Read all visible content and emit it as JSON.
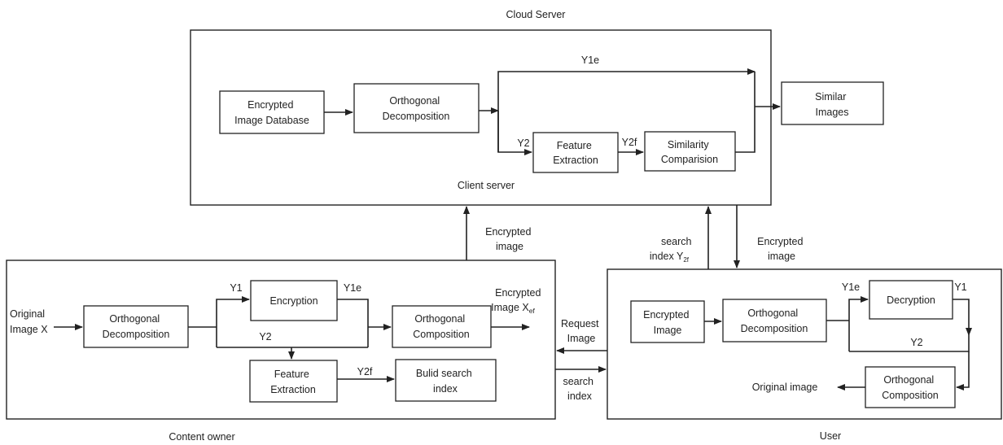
{
  "regions": {
    "cloud_server": "Cloud Server",
    "client_server": "Client server",
    "content_owner": "Content owner",
    "user": "User"
  },
  "cloud": {
    "encrypted_image_database": [
      "Encrypted",
      "Image Database"
    ],
    "orthogonal_decomposition": [
      "Orthogonal",
      "Decomposition"
    ],
    "feature_extraction": [
      "Feature",
      "Extraction"
    ],
    "similarity_comparision": [
      "Similarity",
      "Comparision"
    ],
    "similar_images": [
      "Similar",
      "Images"
    ],
    "y1e": "Y1e",
    "y2": "Y2",
    "y2f": "Y2f"
  },
  "owner": {
    "original_image_x": [
      "Original",
      "Image X"
    ],
    "orthogonal_decomposition": [
      "Orthogonal",
      "Decomposition"
    ],
    "encryption": "Encryption",
    "orthogonal_composition": [
      "Orthogonal",
      "Composition"
    ],
    "feature_extraction": [
      "Feature",
      "Extraction"
    ],
    "build_search_index": [
      "Bulid search",
      "index"
    ],
    "encrypted_image_x_ef": [
      "Encrypted",
      "Image X",
      "ef"
    ],
    "y1": "Y1",
    "y1e": "Y1e",
    "y2": "Y2",
    "y2f": "Y2f"
  },
  "user_side": {
    "encrypted_image": [
      "Encrypted",
      "Image"
    ],
    "orthogonal_decomposition": [
      "Orthogonal",
      "Decomposition"
    ],
    "decryption": "Decryption",
    "orthogonal_composition": [
      "Orthogonal",
      "Composition"
    ],
    "original_image": "Original image",
    "y1e": "Y1e",
    "y1": "Y1",
    "y2": "Y2"
  },
  "links": {
    "encrypted_image_up": [
      "Encrypted",
      "image"
    ],
    "search_index_y2f": [
      "search",
      "index Y",
      "2f"
    ],
    "encrypted_image_down": [
      "Encrypted",
      "image"
    ],
    "request_image": [
      "Request",
      "Image"
    ],
    "search_index": [
      "search",
      "index"
    ]
  }
}
